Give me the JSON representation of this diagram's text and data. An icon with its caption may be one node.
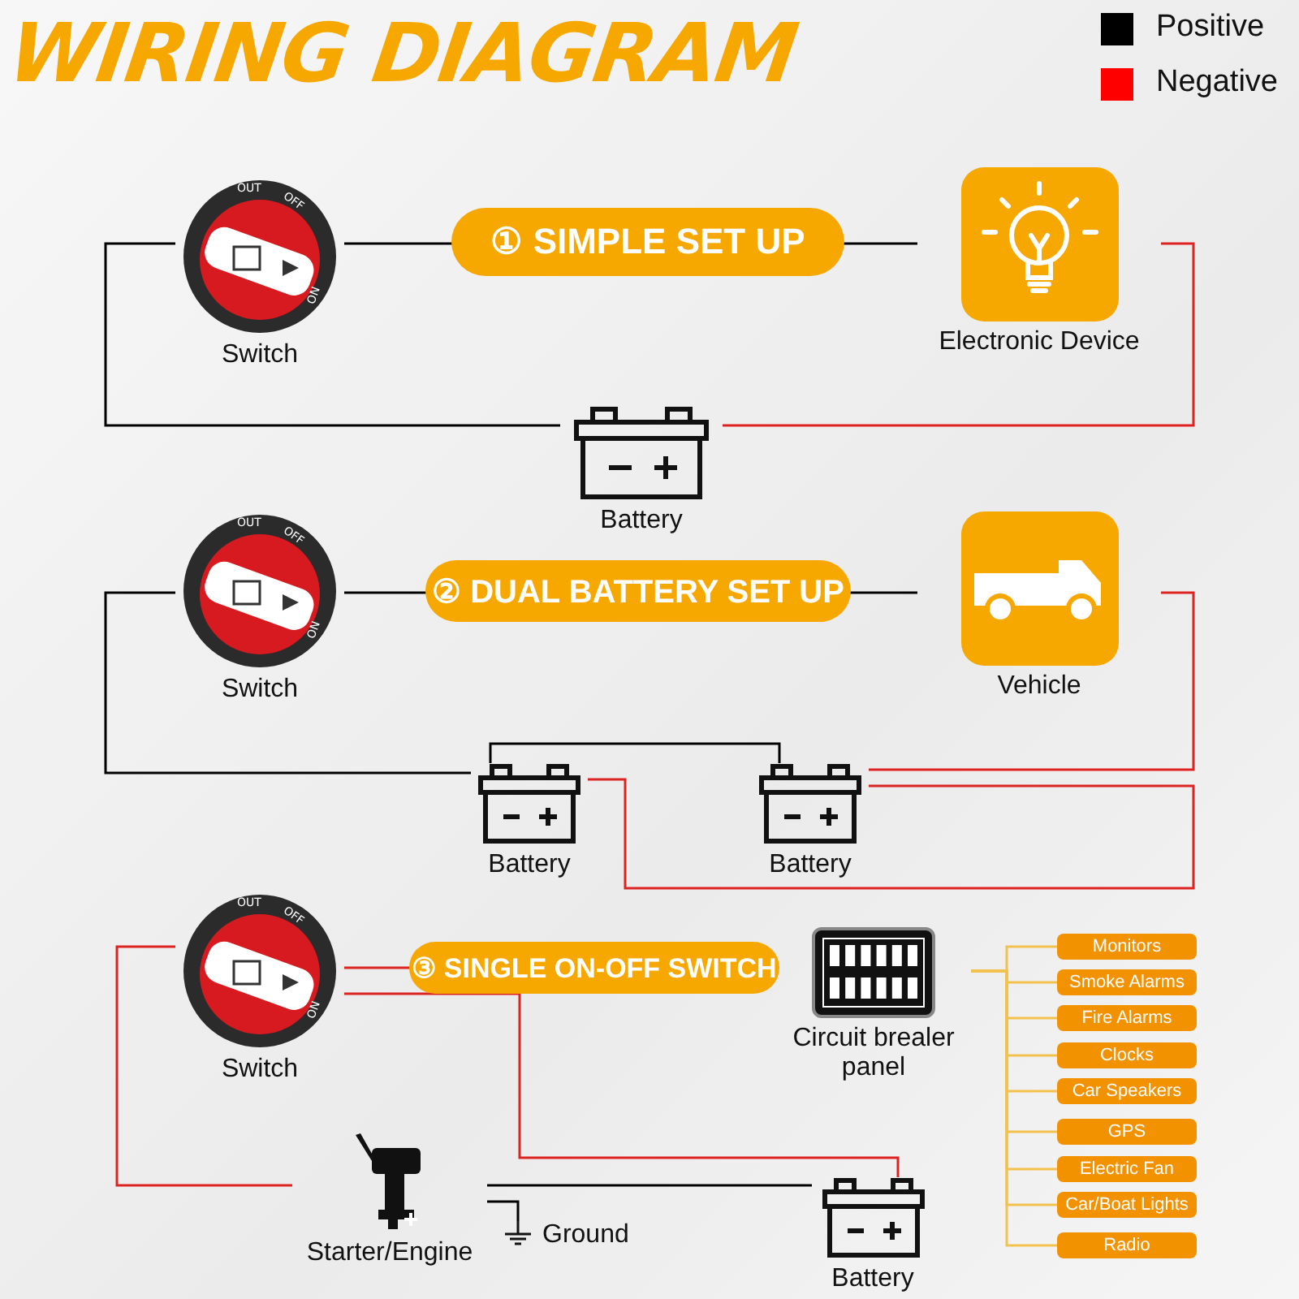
{
  "diagram": {
    "title": "WIRING DIAGRAM",
    "nodes": [
      {
        "text": [
          "Switch"
        ]
      },
      {
        "text": [
          "Electronic Device"
        ]
      },
      {
        "text": [
          "Battery"
        ]
      },
      {
        "text": [
          "Switch"
        ]
      },
      {
        "text": [
          "Vehicle"
        ]
      },
      {
        "text": [
          "Battery"
        ]
      },
      {
        "text": [
          "Battery"
        ]
      },
      {
        "text": [
          "Switch"
        ]
      },
      {
        "text": [
          "Circuit brealer panel"
        ]
      },
      {
        "text": [
          "Monitors"
        ]
      },
      {
        "text": [
          "Smoke Alarms"
        ]
      },
      {
        "text": [
          "Fire Alarms"
        ]
      },
      {
        "text": [
          "Clocks"
        ]
      },
      {
        "text": [
          "Car Speakers"
        ]
      },
      {
        "text": [
          "GPS"
        ]
      },
      {
        "text": [
          "Electric Fan"
        ]
      },
      {
        "text": [
          "Car/Boat Lights"
        ]
      },
      {
        "text": [
          "Radio"
        ]
      },
      {
        "text": [
          "Starter/Engine"
        ]
      },
      {
        "text": [
          "Ground"
        ]
      },
      {
        "text": [
          "Battery"
        ]
      }
    ],
    "edges": [
      {
        "from": 0,
        "to": 1,
        "arrow": "none",
        "label": "① SIMPLE SET UP",
        "color": "#000000"
      },
      {
        "from": 1,
        "to": 2,
        "arrow": "none",
        "color": "#dd2222"
      },
      {
        "from": 2,
        "to": 0,
        "arrow": "none",
        "color": "#000000"
      },
      {
        "from": 3,
        "to": 4,
        "arrow": "none",
        "label": "② DUAL BATTERY SET UP",
        "color": "#000000"
      },
      {
        "from": 3,
        "to": 5,
        "arrow": "none",
        "color": "#000000"
      },
      {
        "from": 5,
        "to": 6,
        "arrow": "none",
        "color": "#000000"
      },
      {
        "from": 4,
        "to": 6,
        "arrow": "none",
        "color": "#dd2222"
      },
      {
        "from": 5,
        "to": 6,
        "arrow": "none",
        "color": "#dd2222"
      },
      {
        "from": 7,
        "to": 8,
        "arrow": "none",
        "label": "③ SINGLE ON-OFF SWITCH",
        "color": "#dd2222"
      },
      {
        "from": 7,
        "to": 18,
        "arrow": "none",
        "color": "#dd2222"
      },
      {
        "from": 7,
        "to": 20,
        "arrow": "none",
        "color": "#dd2222"
      },
      {
        "from": 18,
        "to": 20,
        "arrow": "none",
        "color": "#000000"
      },
      {
        "from": 18,
        "to": 19,
        "arrow": "none",
        "color": "#000000"
      },
      {
        "from": 8,
        "to": 9,
        "arrow": "none",
        "color": "#f2c14e"
      },
      {
        "from": 8,
        "to": 10,
        "arrow": "none",
        "color": "#f2c14e"
      },
      {
        "from": 8,
        "to": 11,
        "arrow": "none",
        "color": "#f2c14e"
      },
      {
        "from": 8,
        "to": 12,
        "arrow": "none",
        "color": "#f2c14e"
      },
      {
        "from": 8,
        "to": 13,
        "arrow": "none",
        "color": "#f2c14e"
      },
      {
        "from": 8,
        "to": 14,
        "arrow": "none",
        "color": "#f2c14e"
      },
      {
        "from": 8,
        "to": 15,
        "arrow": "none",
        "color": "#f2c14e"
      },
      {
        "from": 8,
        "to": 16,
        "arrow": "none",
        "color": "#f2c14e"
      },
      {
        "from": 8,
        "to": 17,
        "arrow": "none",
        "color": "#f2c14e"
      }
    ],
    "labels": [
      "OUT",
      "OFF",
      "ON",
      "OUT",
      "OFF",
      "ON",
      "OUT",
      "OFF",
      "ON"
    ],
    "legend": [
      {
        "text": "Positive",
        "color": "#000000"
      },
      {
        "text": "Negative",
        "color": "#ff0000"
      }
    ]
  }
}
